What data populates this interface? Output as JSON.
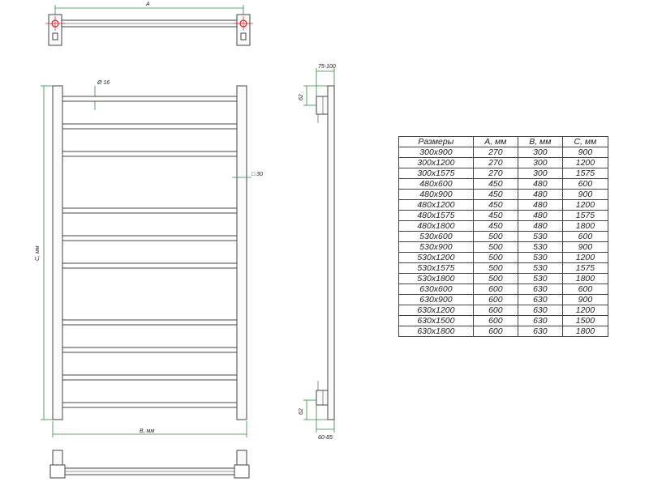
{
  "labels": {
    "dim_a": "A",
    "dim_c": "C, мм",
    "dim_b": "B, мм",
    "pipe_diameter": "Ø 16",
    "upright_size": "□ 30",
    "depth_top": "75-100",
    "depth_bottom": "60-85",
    "offset_top": "62",
    "offset_bottom": "62"
  },
  "table": {
    "headers": [
      "Размеры",
      "А, мм",
      "В, мм",
      "С, мм"
    ],
    "rows": [
      [
        "300x900",
        "270",
        "300",
        "900"
      ],
      [
        "300x1200",
        "270",
        "300",
        "1200"
      ],
      [
        "300x1575",
        "270",
        "300",
        "1575"
      ],
      [
        "480x600",
        "450",
        "480",
        "600"
      ],
      [
        "480x900",
        "450",
        "480",
        "900"
      ],
      [
        "480x1200",
        "450",
        "480",
        "1200"
      ],
      [
        "480x1575",
        "450",
        "480",
        "1575"
      ],
      [
        "480x1800",
        "450",
        "480",
        "1800"
      ],
      [
        "530x600",
        "500",
        "530",
        "600"
      ],
      [
        "530x900",
        "500",
        "530",
        "900"
      ],
      [
        "530x1200",
        "500",
        "530",
        "1200"
      ],
      [
        "530x1575",
        "500",
        "530",
        "1575"
      ],
      [
        "530x1800",
        "500",
        "530",
        "1800"
      ],
      [
        "630x600",
        "600",
        "630",
        "600"
      ],
      [
        "630x900",
        "600",
        "630",
        "900"
      ],
      [
        "630x1200",
        "600",
        "630",
        "1200"
      ],
      [
        "630x1500",
        "600",
        "630",
        "1500"
      ],
      [
        "630x1800",
        "600",
        "630",
        "1800"
      ]
    ]
  },
  "colors": {
    "line": "#444444",
    "dimension": "#2e8b3a",
    "mark": "#e02020"
  }
}
